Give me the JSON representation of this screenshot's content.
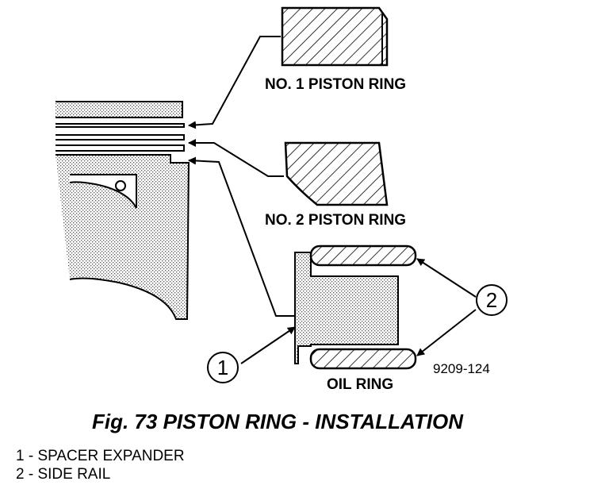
{
  "labels": {
    "ring1": "NO. 1 PISTON RING",
    "ring2": "NO. 2 PISTON RING",
    "oil_ring": "OIL RING",
    "callout1": "1",
    "callout2": "2",
    "figure_code": "9209-124"
  },
  "caption": "Fig. 73 PISTON RING - INSTALLATION",
  "legend": [
    "1 - SPACER EXPANDER",
    "2 - SIDE RAIL"
  ]
}
